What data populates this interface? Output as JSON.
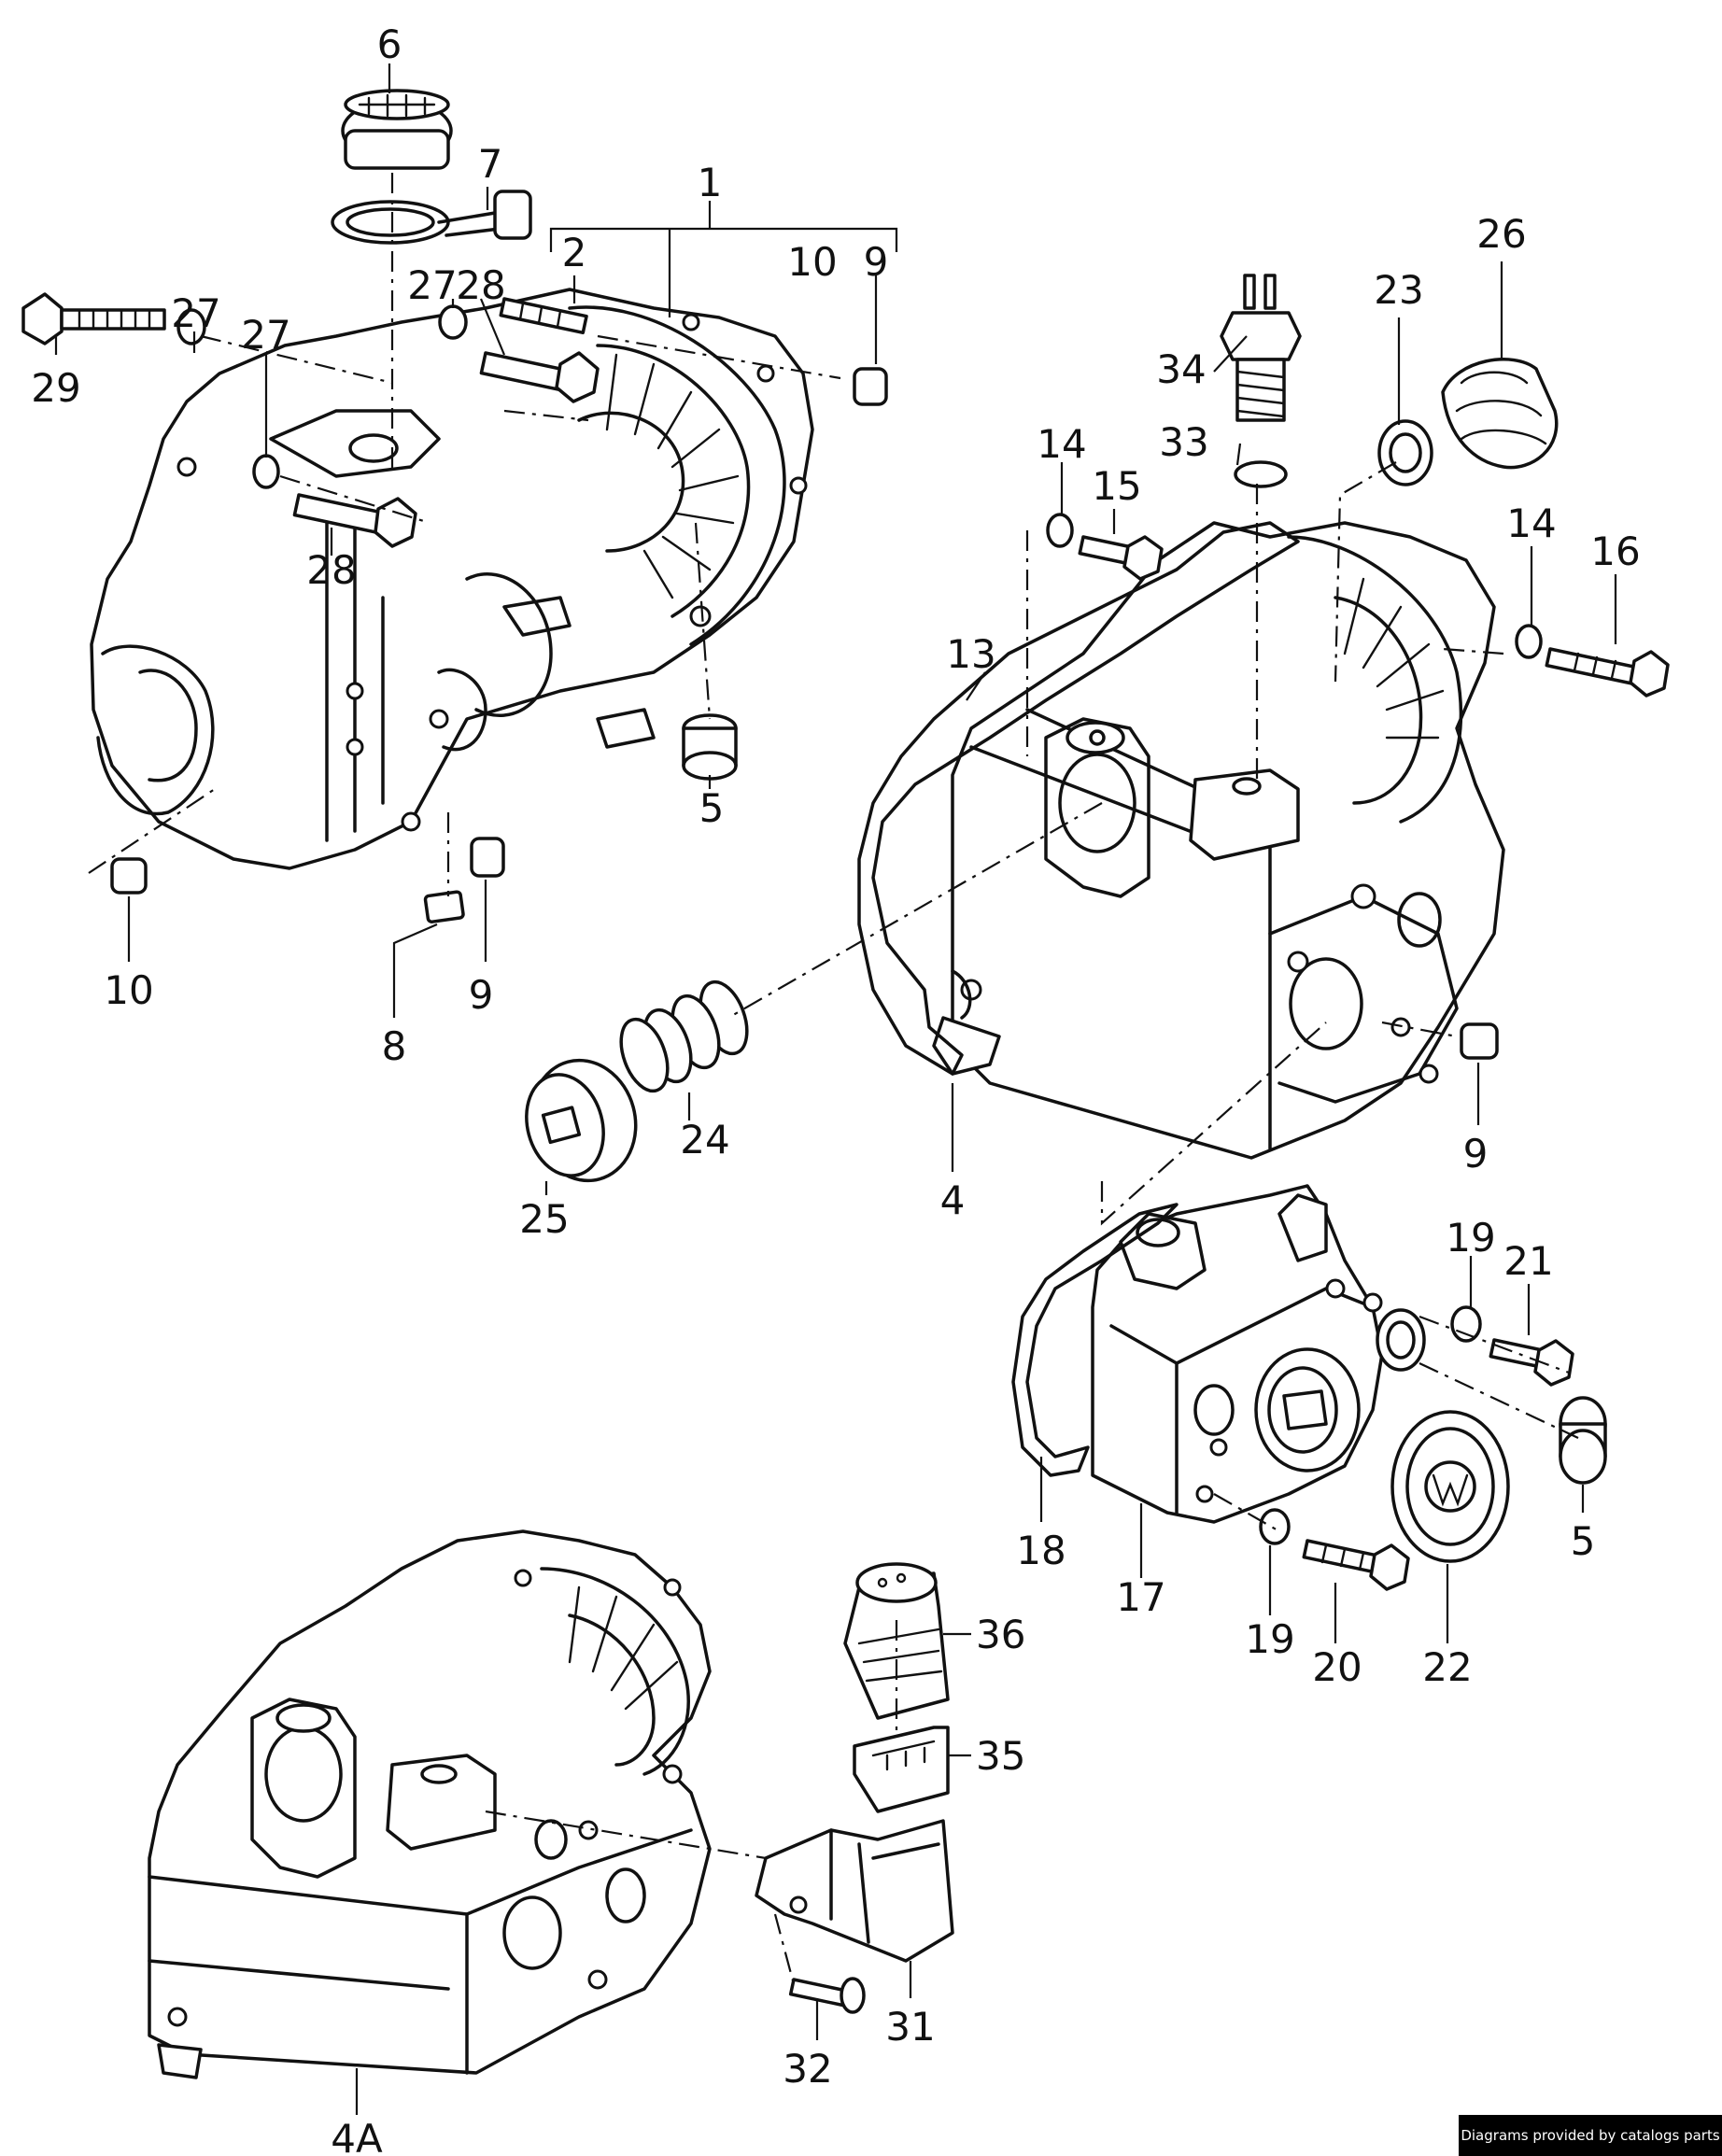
{
  "callouts": [
    "1",
    "2",
    "4",
    "4A",
    "5",
    "6",
    "7",
    "8",
    "9",
    "10",
    "13",
    "14",
    "15",
    "16",
    "17",
    "18",
    "19",
    "20",
    "21",
    "22",
    "23",
    "24",
    "25",
    "26",
    "27",
    "28",
    "29",
    "31",
    "32",
    "33",
    "34",
    "35",
    "36"
  ],
  "footer": "Diagrams provided by catalogs parts"
}
